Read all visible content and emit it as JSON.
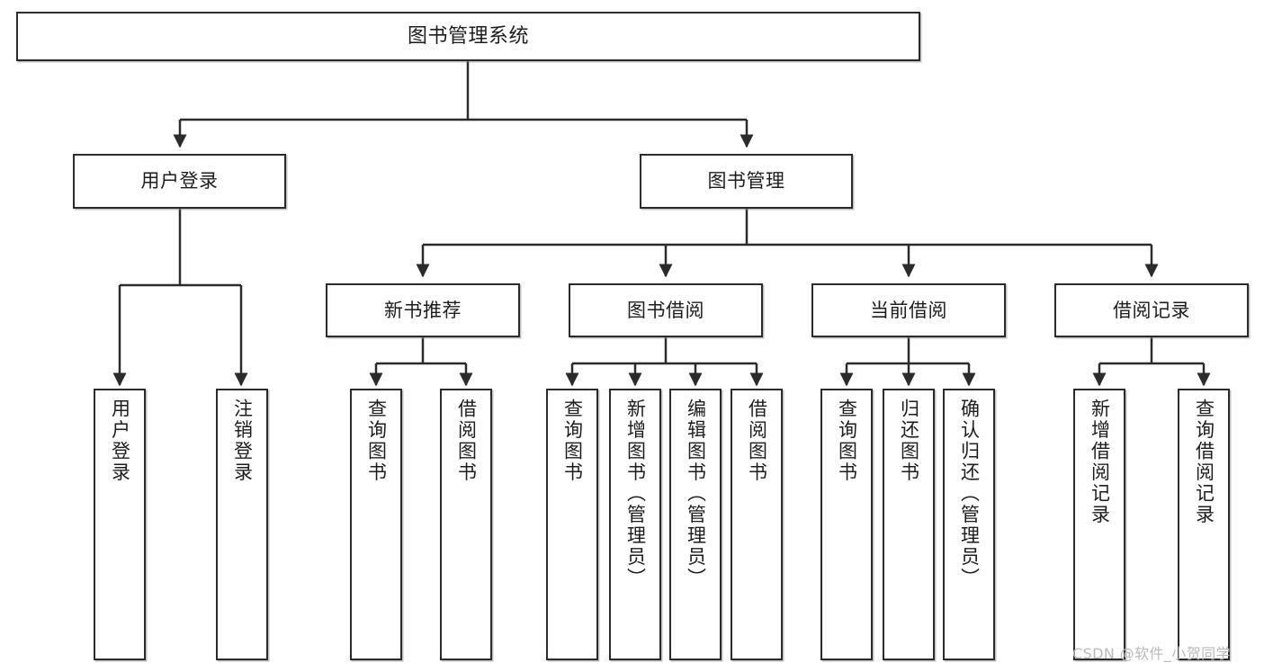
{
  "diagram": {
    "title": "图书管理系统",
    "type": "tree-hierarchy",
    "watermark": "CSDN @软件_小贺同学",
    "colors": {
      "node_border": "#2b2b2b",
      "node_fill": "#ffffff",
      "edge": "#2b2b2b",
      "text": "#1d1d1d",
      "watermark": "#b9b9b9",
      "background": "#ffffff"
    },
    "root": {
      "label": "图书管理系统"
    },
    "level2": [
      {
        "label": "用户登录"
      },
      {
        "label": "图书管理"
      }
    ],
    "level3": [
      {
        "label": "新书推荐"
      },
      {
        "label": "图书借阅"
      },
      {
        "label": "当前借阅"
      },
      {
        "label": "借阅记录"
      }
    ],
    "leaves": {
      "user_login": [
        {
          "label": "用户登录"
        },
        {
          "label": "注销登录"
        }
      ],
      "new_book_recommend": [
        {
          "label": "查询图书"
        },
        {
          "label": "借阅图书"
        }
      ],
      "book_borrow": [
        {
          "label": "查询图书"
        },
        {
          "label": "新增图书（管理员）"
        },
        {
          "label": "编辑图书（管理员）"
        },
        {
          "label": "借阅图书"
        }
      ],
      "current_borrow": [
        {
          "label": "查询图书"
        },
        {
          "label": "归还图书"
        },
        {
          "label": "确认归还（管理员）"
        }
      ],
      "borrow_record": [
        {
          "label": "新增借阅记录"
        },
        {
          "label": "查询借阅记录"
        }
      ]
    }
  }
}
